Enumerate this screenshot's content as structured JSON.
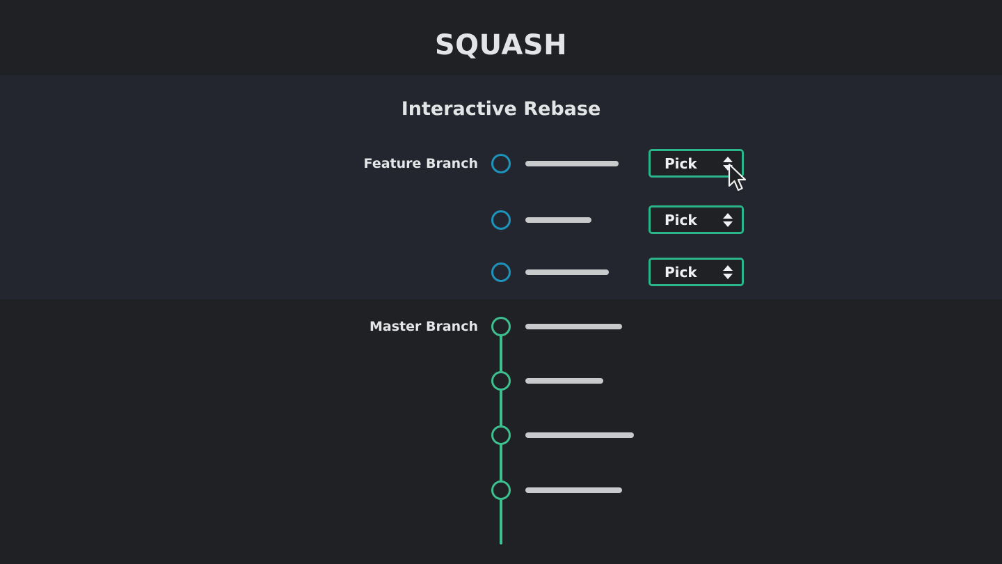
{
  "header": {
    "title": "SQUASH"
  },
  "rebase": {
    "subtitle": "Interactive Rebase",
    "feature_branch": {
      "label": "Feature Branch",
      "commits": [
        {
          "action": "Pick"
        },
        {
          "action": "Pick"
        },
        {
          "action": "Pick"
        }
      ]
    },
    "master_branch": {
      "label": "Master Branch"
    }
  },
  "icons": {
    "select_arrows": "up-down-arrows-icon",
    "cursor": "mouse-pointer-icon"
  },
  "colors": {
    "feature_node": "#1e94bd",
    "master_node": "#3dbf8f",
    "select_border": "#2bb58a",
    "panel_background": "#23262e",
    "page_background": "#1f2124"
  }
}
